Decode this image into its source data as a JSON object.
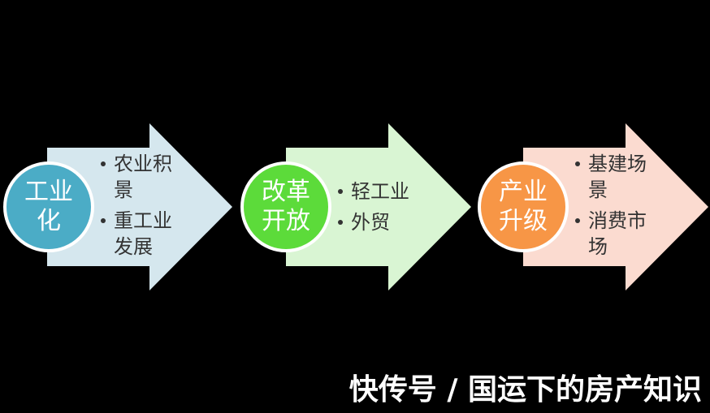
{
  "steps": [
    {
      "title_line1": "工业",
      "title_line2": "化",
      "bullets": [
        "农业积景",
        "重工业发展"
      ],
      "circle_color": "#4bacc6",
      "arrow_color": "#d5e7ee"
    },
    {
      "title_line1": "改革",
      "title_line2": "开放",
      "bullets": [
        "轻工业",
        "外贸"
      ],
      "circle_color": "#5cdb3a",
      "arrow_color": "#d9f5d3"
    },
    {
      "title_line1": "产业",
      "title_line2": "升级",
      "bullets": [
        "基建场景",
        "消费市场"
      ],
      "circle_color": "#f79646",
      "arrow_color": "#fbdbd0"
    }
  ],
  "watermark": "快传号 / 国运下的房产知识"
}
